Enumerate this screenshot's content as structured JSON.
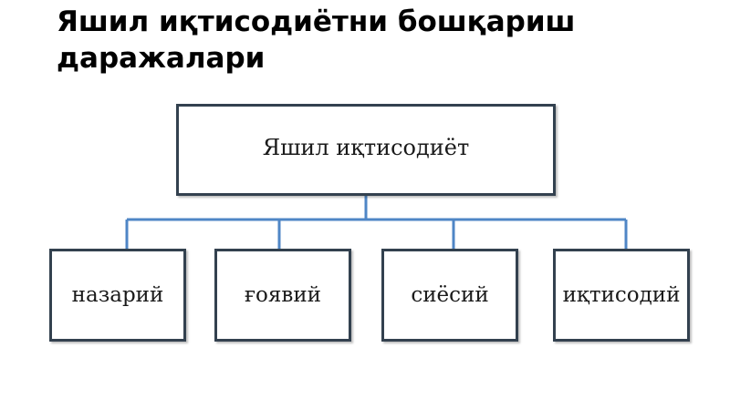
{
  "heading": {
    "line1": "Яшил иқтисодиётни бошқариш",
    "line2": "даражалари"
  },
  "diagram": {
    "root": "Яшил иқтисодиёт",
    "children": [
      "назарий",
      "ғоявий",
      "сиёсий",
      "иқтисодий"
    ],
    "connector_color": "#4f86c6",
    "box_border_color": "#33414f"
  }
}
